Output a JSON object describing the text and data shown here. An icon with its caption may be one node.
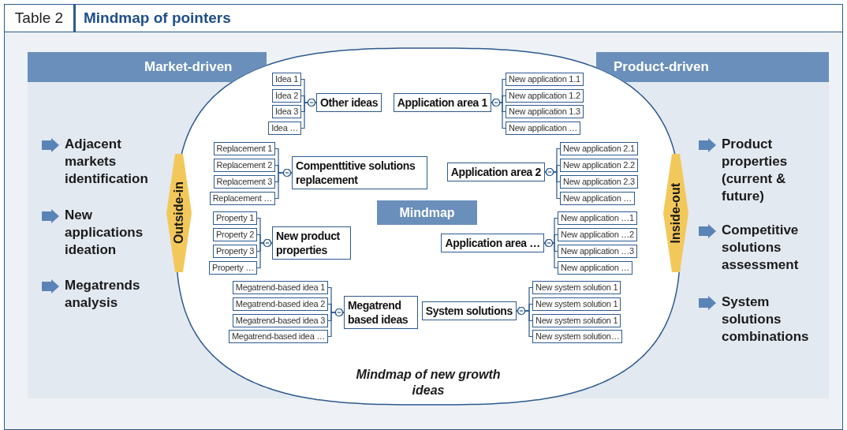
{
  "diagram": {
    "title": "Mindmap of pointers",
    "nodes": [
      {
        "text": [
          "Market-driven"
        ]
      },
      {
        "text": [
          "Product-driven"
        ]
      },
      {
        "text": [
          "Outside-in"
        ]
      },
      {
        "text": [
          "Inside-out"
        ]
      },
      {
        "text": [
          "Idea 1"
        ]
      },
      {
        "text": [
          "Idea 2"
        ]
      },
      {
        "text": [
          "Idea 3"
        ]
      },
      {
        "text": [
          "Idea …"
        ]
      },
      {
        "text": [
          "Other ideas"
        ]
      },
      {
        "text": [
          "Application area 1"
        ]
      },
      {
        "text": [
          "New application 1.1"
        ]
      },
      {
        "text": [
          "New application 1.2"
        ]
      },
      {
        "text": [
          "New application 1.3"
        ]
      },
      {
        "text": [
          "New application …"
        ]
      },
      {
        "text": [
          "Replacement 1"
        ]
      },
      {
        "text": [
          "Replacement 2"
        ]
      },
      {
        "text": [
          "Replacement 3"
        ]
      },
      {
        "text": [
          "Replacement …"
        ]
      },
      {
        "text": [
          "Compenttitive solutions replacement"
        ]
      },
      {
        "text": [
          "Application area 2"
        ]
      },
      {
        "text": [
          "New application 2.1"
        ]
      },
      {
        "text": [
          "New application 2.2"
        ]
      },
      {
        "text": [
          "New application 2.3"
        ]
      },
      {
        "text": [
          "New application …"
        ]
      },
      {
        "text": [
          "Mindmap"
        ]
      },
      {
        "text": [
          "Property 1"
        ]
      },
      {
        "text": [
          "Property 2"
        ]
      },
      {
        "text": [
          "Property 3"
        ]
      },
      {
        "text": [
          "Property …"
        ]
      },
      {
        "text": [
          "New product properties"
        ]
      },
      {
        "text": [
          "Application area …"
        ]
      },
      {
        "text": [
          "New application …1"
        ]
      },
      {
        "text": [
          "New application …2"
        ]
      },
      {
        "text": [
          "New application …3"
        ]
      },
      {
        "text": [
          "New application …"
        ]
      },
      {
        "text": [
          "Megatrend-based idea 1"
        ]
      },
      {
        "text": [
          "Megatrend-based idea 2"
        ]
      },
      {
        "text": [
          "Megatrend-based idea 3"
        ]
      },
      {
        "text": [
          "Megatrend-based idea …"
        ]
      },
      {
        "text": [
          "Megatrend based ideas"
        ]
      },
      {
        "text": [
          "System solutions"
        ]
      },
      {
        "text": [
          "New system solution 1"
        ]
      },
      {
        "text": [
          "New system solution 1"
        ]
      },
      {
        "text": [
          "New system solution 1"
        ]
      },
      {
        "text": [
          "New system solution…"
        ]
      }
    ],
    "edges": [
      {
        "from": 8,
        "to": 4,
        "arrow": "other"
      },
      {
        "from": 8,
        "to": 5,
        "arrow": "other"
      },
      {
        "from": 8,
        "to": 6,
        "arrow": "other"
      },
      {
        "from": 8,
        "to": 7,
        "arrow": "other"
      },
      {
        "from": 9,
        "to": 10,
        "arrow": "other"
      },
      {
        "from": 9,
        "to": 11,
        "arrow": "other"
      },
      {
        "from": 9,
        "to": 12,
        "arrow": "other"
      },
      {
        "from": 9,
        "to": 13,
        "arrow": "other"
      },
      {
        "from": 18,
        "to": 14,
        "arrow": "other"
      },
      {
        "from": 18,
        "to": 15,
        "arrow": "other"
      },
      {
        "from": 18,
        "to": 16,
        "arrow": "other"
      },
      {
        "from": 18,
        "to": 17,
        "arrow": "other"
      },
      {
        "from": 19,
        "to": 20,
        "arrow": "other"
      },
      {
        "from": 19,
        "to": 21,
        "arrow": "other"
      },
      {
        "from": 19,
        "to": 22,
        "arrow": "other"
      },
      {
        "from": 19,
        "to": 23,
        "arrow": "other"
      },
      {
        "from": 29,
        "to": 25,
        "arrow": "other"
      },
      {
        "from": 29,
        "to": 26,
        "arrow": "other"
      },
      {
        "from": 29,
        "to": 27,
        "arrow": "other"
      },
      {
        "from": 29,
        "to": 28,
        "arrow": "other"
      },
      {
        "from": 30,
        "to": 31,
        "arrow": "other"
      },
      {
        "from": 30,
        "to": 32,
        "arrow": "other"
      },
      {
        "from": 30,
        "to": 33,
        "arrow": "other"
      },
      {
        "from": 30,
        "to": 34,
        "arrow": "other"
      },
      {
        "from": 39,
        "to": 35,
        "arrow": "other"
      },
      {
        "from": 39,
        "to": 36,
        "arrow": "other"
      },
      {
        "from": 39,
        "to": 37,
        "arrow": "other"
      },
      {
        "from": 39,
        "to": 38,
        "arrow": "other"
      },
      {
        "from": 40,
        "to": 41,
        "arrow": "other"
      },
      {
        "from": 40,
        "to": 42,
        "arrow": "other"
      },
      {
        "from": 40,
        "to": 43,
        "arrow": "other"
      },
      {
        "from": 40,
        "to": 44,
        "arrow": "other"
      }
    ],
    "labels": [
      "Table 2",
      "Adjacent markets identification",
      "New applications ideation",
      "Megatrends analysis",
      "Product properties (current & future)",
      "Competitive solutions assessment",
      "System solutions combinations",
      "Mindmap of new growth ideas"
    ]
  }
}
